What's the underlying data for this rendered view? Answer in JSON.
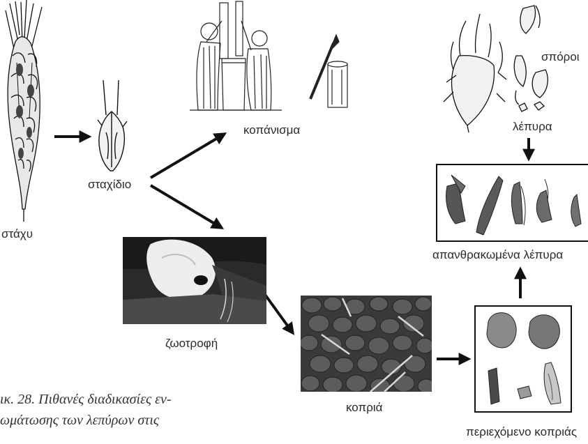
{
  "labels": {
    "stachy": "στάχυ",
    "stachidio": "σταχίδιο",
    "kopanisma": "κοπάνισμα",
    "sporoi": "σπόροι",
    "lepyra": "λέπυρα",
    "apanthrakomena": "απανθρακωμένα λέπυρα",
    "zootrofi": "ζωοτροφή",
    "kopria": "κοπριά",
    "periechomeno": "περιεχόμενο κοπριάς"
  },
  "caption": {
    "line1": "ικ. 28. Πιθανές διαδικασίες εν-",
    "line2": "ωμάτωσης των λεπύρων στις"
  }
}
